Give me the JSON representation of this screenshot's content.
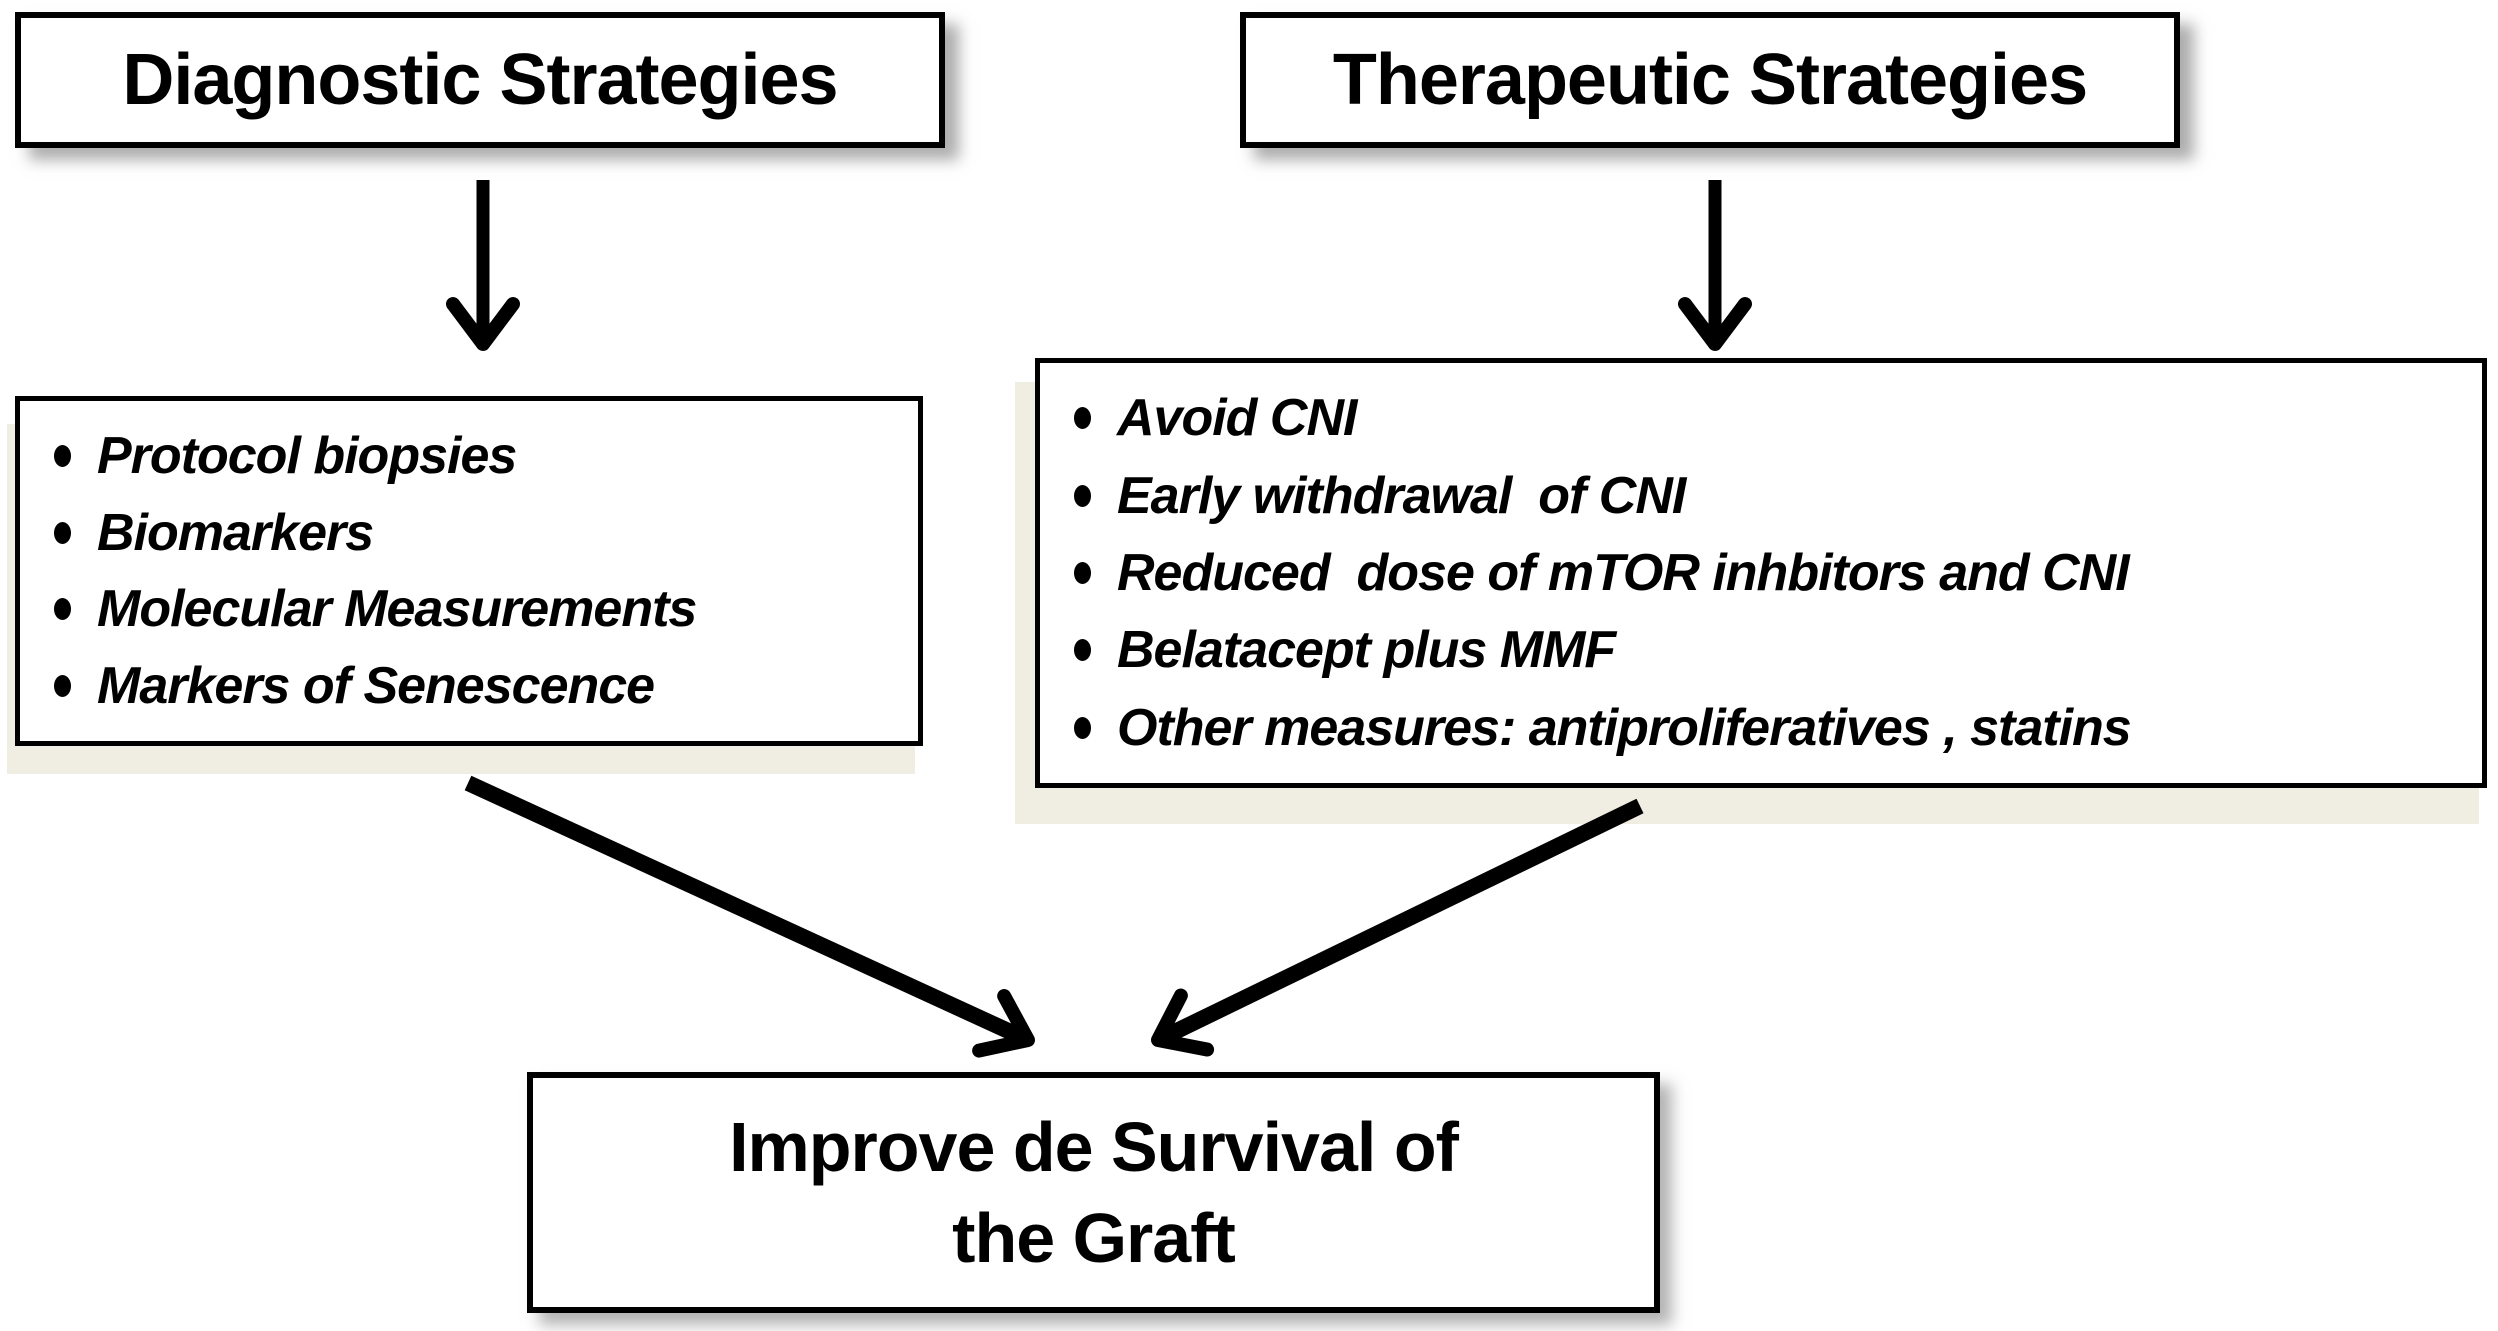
{
  "diagram": {
    "diagnostic": {
      "title": "Diagnostic Strategies",
      "items": [
        "Protocol biopsies",
        "Biomarkers",
        "Molecular Measurements",
        "Markers of Senescence"
      ]
    },
    "therapeutic": {
      "title": "Therapeutic Strategies",
      "items": [
        "Avoid CNI",
        "Early withdrawal  of CNI",
        "Reduced  dose of mTOR inhbitors and CNI",
        "Belatacept plus MMF",
        "Other measures: antiproliferatives , statins"
      ]
    },
    "outcome": {
      "line1": "Improve de Survival of",
      "line2": "the Graft"
    },
    "colors": {
      "box_border": "#000000",
      "box_fill": "#ffffff",
      "arrow": "#000000",
      "list_shadow": "#f0ede2",
      "title_shadow_gray": "#696969"
    }
  }
}
